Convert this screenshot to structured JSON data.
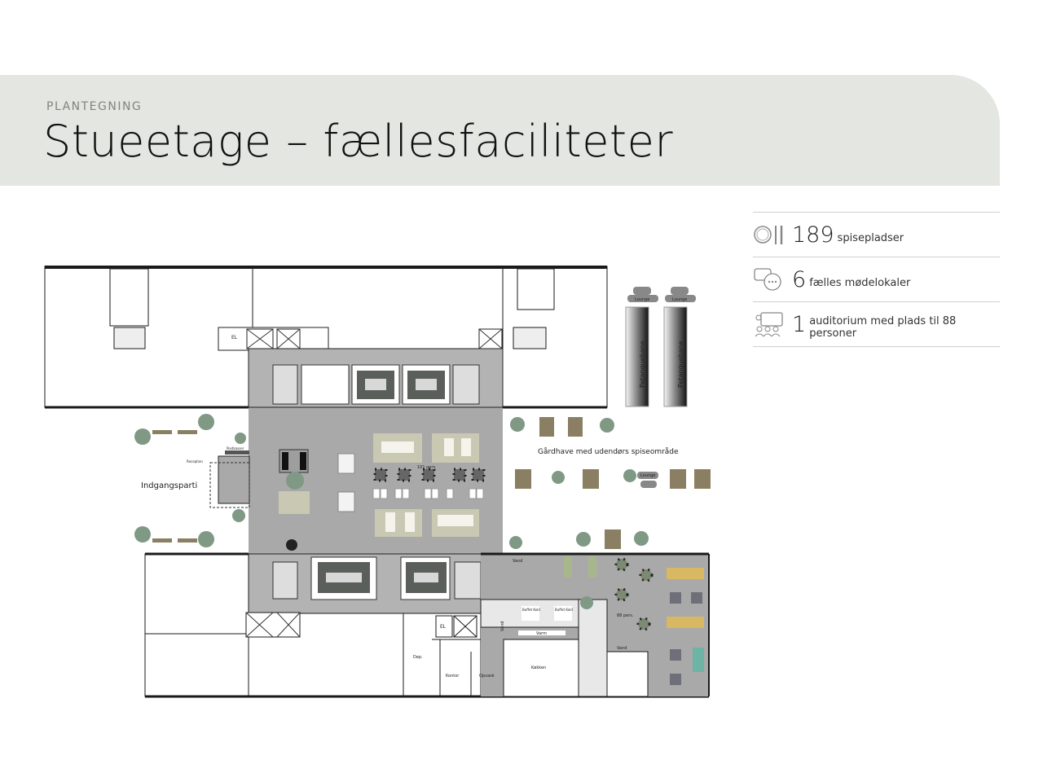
{
  "header": {
    "kicker": "PLANTEGNING",
    "title": "Stueetage – fællesfaciliteter"
  },
  "stats": [
    {
      "icon": "dining-icon",
      "value": "189",
      "label": "spisepladser"
    },
    {
      "icon": "chat-bubbles-icon",
      "value": "6",
      "label": "fælles mødelokaler"
    },
    {
      "icon": "auditorium-icon",
      "value": "1",
      "label": "auditorium med plads til 88 personer"
    }
  ],
  "plan": {
    "labels": {
      "el_top": "EL",
      "el_bottom": "EL",
      "entrance": "Indgangsparti",
      "reception": "Reception",
      "mailboxes": "Postkasser",
      "hall_capacity": "101 pers.",
      "courtyard": "Gårdhave med udendørs spiseområde",
      "lounge_1": "Lounge",
      "lounge_2": "Lounge",
      "lounge_3": "Lounge",
      "petanque_1": "Petanquebane",
      "petanque_2": "Petanquebane",
      "water_1": "Vand",
      "water_2": "Vand",
      "water_3": "Vand",
      "buffet_cold_1": "Buffet Kold",
      "buffet_cold_2": "Buffet Kold",
      "warm": "Varm",
      "dining_capacity": "88 pers.",
      "depot": "Dep.",
      "office": "Kontor",
      "dishwash": "Opvask",
      "kitchen": "Køkken"
    },
    "colors": {
      "floor_gray": "#a9a9a9",
      "wall": "#1a1a1a",
      "tree": "#7f9985",
      "bench": "#8a7f62",
      "table_olive": "#c9c8b2"
    }
  }
}
